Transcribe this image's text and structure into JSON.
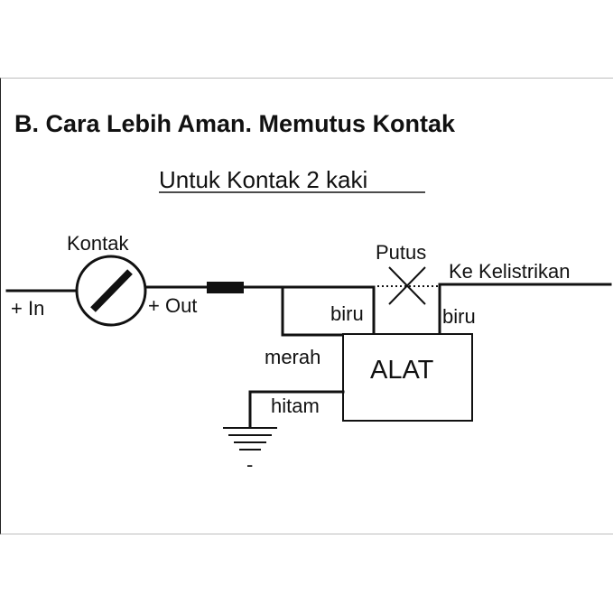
{
  "diagram": {
    "title": "B. Cara Lebih Aman. Memutus Kontak",
    "subtitle": "Untuk Kontak 2 kaki",
    "labels": {
      "kontak": "Kontak",
      "in": "+ In",
      "out": "+ Out",
      "putus": "Putus",
      "ke_kelistrikan": "Ke Kelistrikan",
      "biru_left": "biru",
      "biru_right": "biru",
      "merah": "merah",
      "hitam": "hitam",
      "alat": "ALAT",
      "ground_minus": "-"
    }
  }
}
